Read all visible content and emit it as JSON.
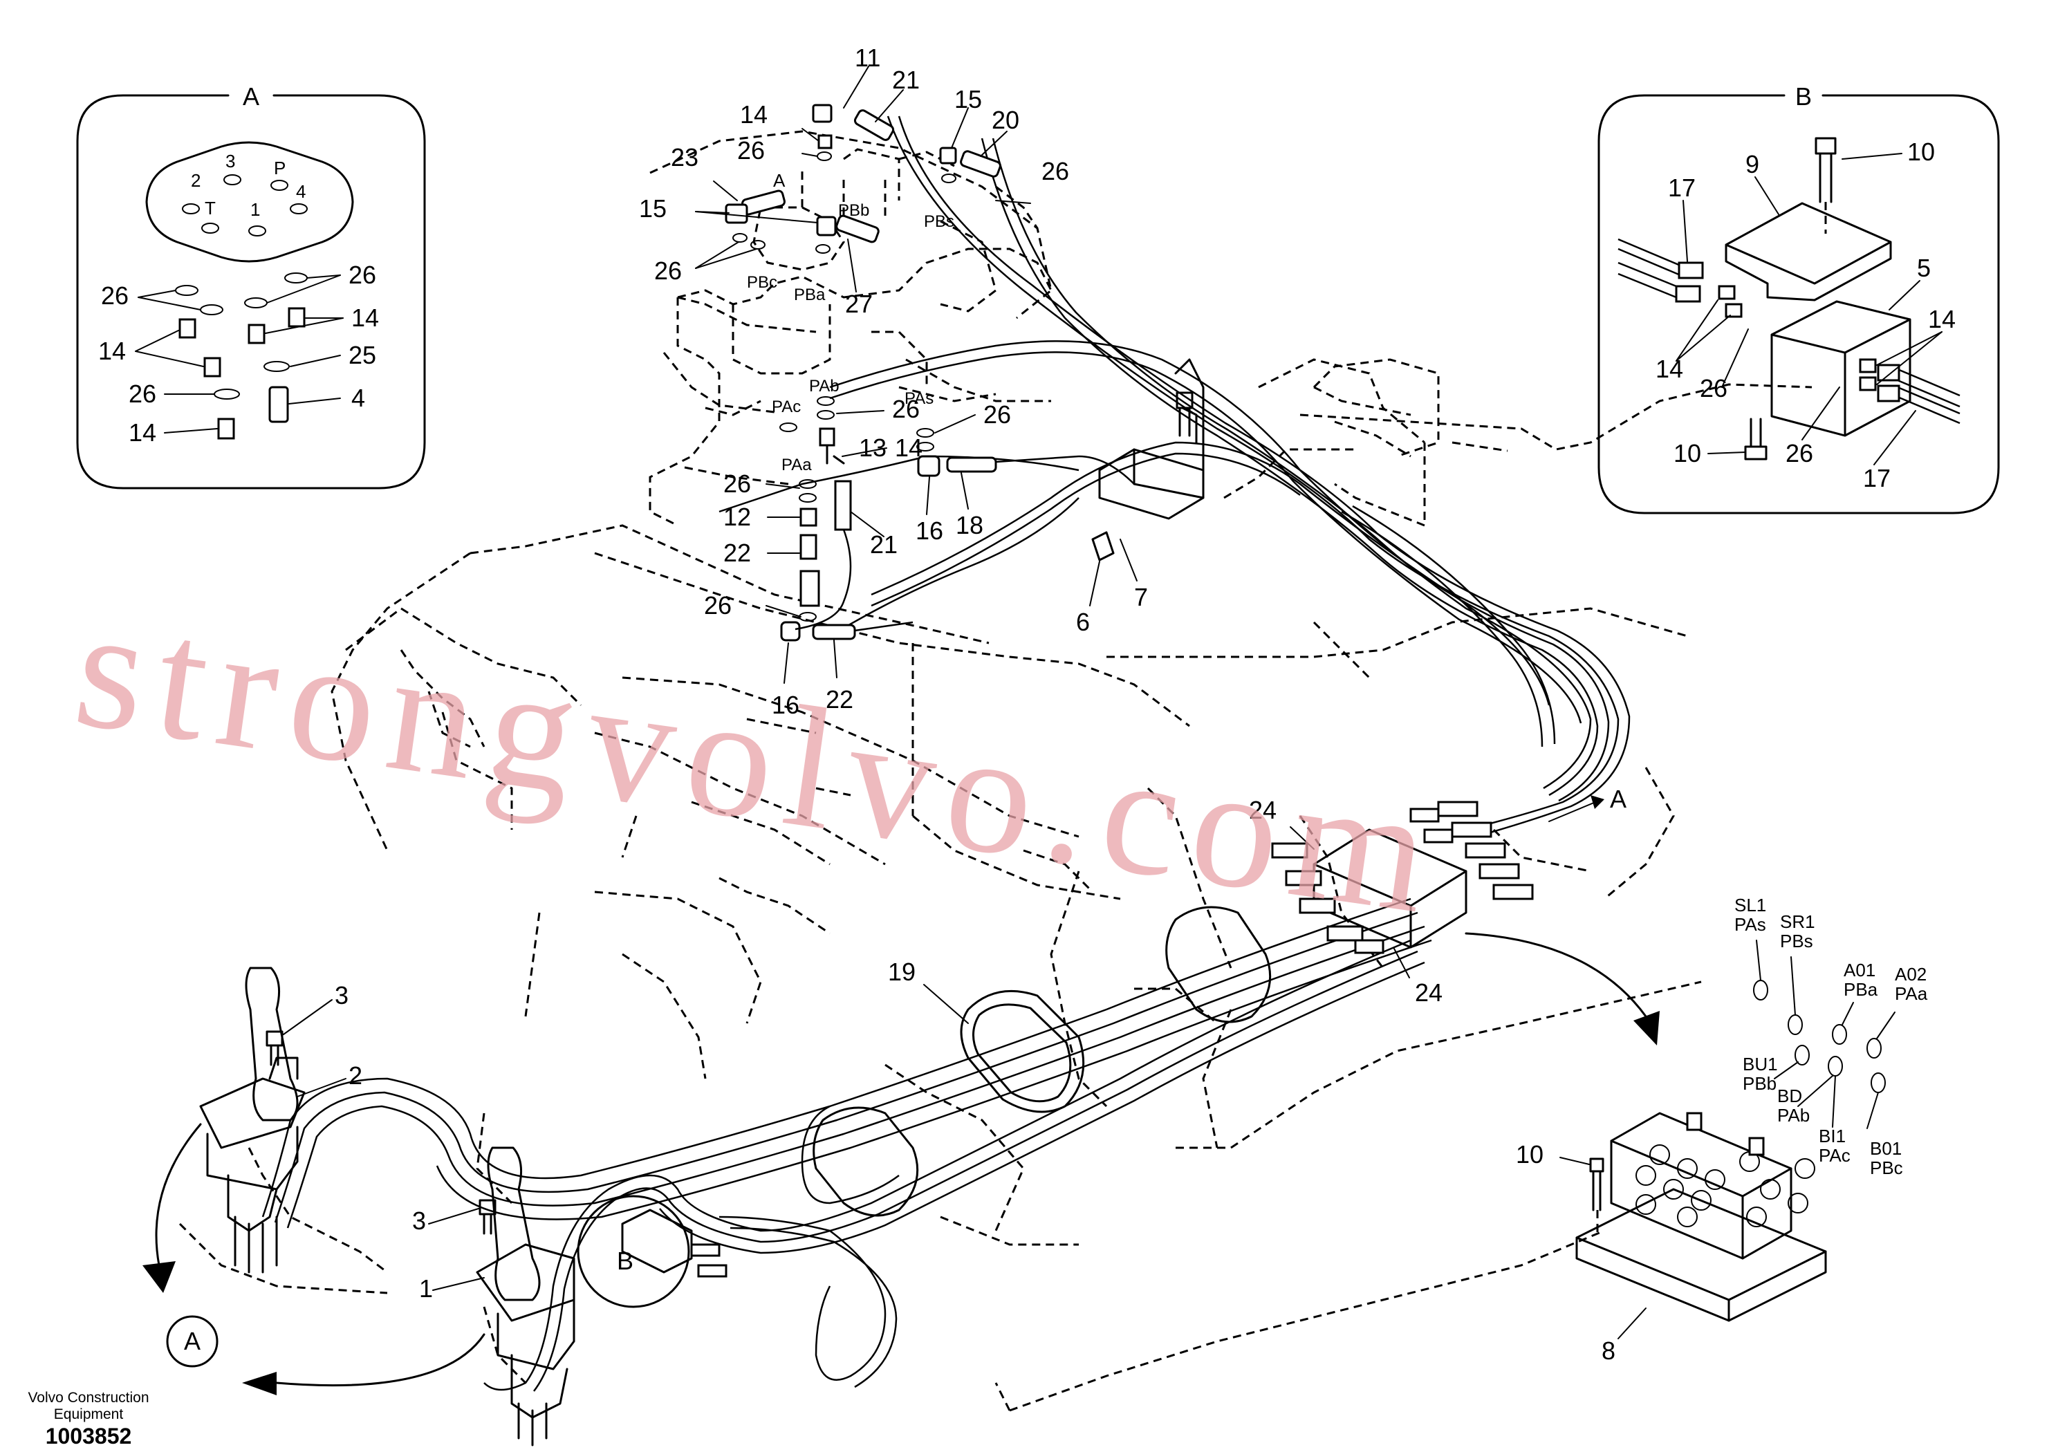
{
  "diagram": {
    "company": "Volvo Construction\nEquipment",
    "company_line1": "Volvo Construction",
    "company_line2": "Equipment",
    "drawing_number": "1003852",
    "watermark": "strongvolvo.com",
    "detail_a": {
      "title": "A",
      "pins": [
        "2",
        "3",
        "P",
        "T",
        "1",
        "4"
      ],
      "callouts": [
        "26",
        "26",
        "14",
        "14",
        "25",
        "26",
        "4",
        "14"
      ]
    },
    "detail_b": {
      "title": "B",
      "callouts": [
        "10",
        "9",
        "17",
        "5",
        "14",
        "14",
        "26",
        "10",
        "26",
        "17"
      ]
    },
    "main": {
      "part_callouts": [
        "11",
        "21",
        "15",
        "20",
        "14",
        "26",
        "26",
        "23",
        "15",
        "26",
        "27",
        "26",
        "26",
        "14",
        "13",
        "26",
        "12",
        "21",
        "22",
        "16",
        "18",
        "26",
        "16",
        "22",
        "6",
        "7",
        "24",
        "24",
        "19",
        "3",
        "2",
        "3",
        "1",
        "10",
        "8"
      ],
      "port_labels": [
        "A",
        "PBb",
        "PBs",
        "PBc",
        "PBa",
        "PAb",
        "PAc",
        "PAs",
        "PAa"
      ],
      "view_markers": [
        "A",
        "A",
        "B"
      ]
    },
    "port_legend": [
      {
        "code": "SL1",
        "port": "PAs"
      },
      {
        "code": "SR1",
        "port": "PBs"
      },
      {
        "code": "A01",
        "port": "PBa"
      },
      {
        "code": "A02",
        "port": "PAa"
      },
      {
        "code": "BU1",
        "port": "PBb"
      },
      {
        "code": "BD",
        "port": "PAb"
      },
      {
        "code": "BI1",
        "port": "PAc"
      },
      {
        "code": "B01",
        "port": "PBc"
      }
    ]
  }
}
